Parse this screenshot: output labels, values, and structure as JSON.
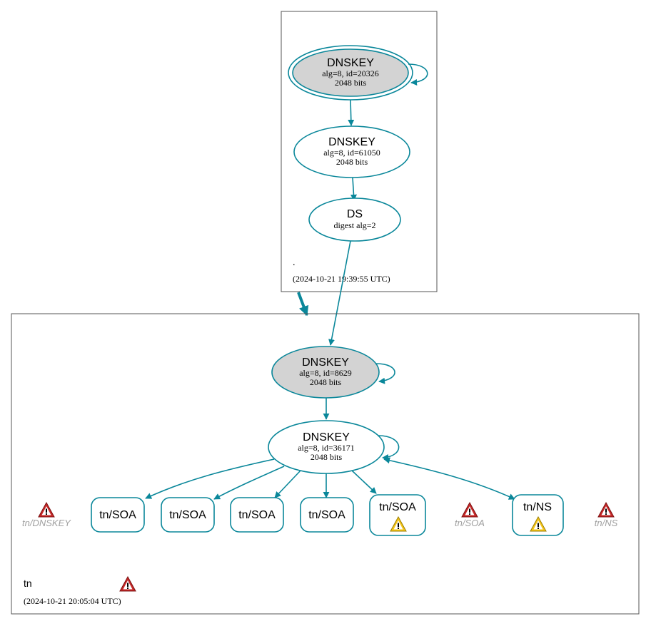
{
  "zones": {
    "root": {
      "name": ".",
      "timestamp": "(2024-10-21 19:39:55 UTC)",
      "nodes": {
        "ksk": {
          "type": "DNSKEY",
          "line1": "alg=8, id=20326",
          "line2": "2048 bits"
        },
        "zsk": {
          "type": "DNSKEY",
          "line1": "alg=8, id=61050",
          "line2": "2048 bits"
        },
        "ds": {
          "type": "DS",
          "line1": "digest alg=2"
        }
      }
    },
    "tn": {
      "name": "tn",
      "timestamp": "(2024-10-21 20:05:04 UTC)",
      "nodes": {
        "ksk": {
          "type": "DNSKEY",
          "line1": "alg=8, id=8629",
          "line2": "2048 bits"
        },
        "zsk": {
          "type": "DNSKEY",
          "line1": "alg=8, id=36171",
          "line2": "2048 bits"
        },
        "soa1": {
          "label": "tn/SOA"
        },
        "soa2": {
          "label": "tn/SOA"
        },
        "soa3": {
          "label": "tn/SOA"
        },
        "soa4": {
          "label": "tn/SOA"
        },
        "soa5": {
          "label": "tn/SOA"
        },
        "ns": {
          "label": "tn/NS"
        }
      },
      "errors": {
        "dnskey": {
          "label": "tn/DNSKEY"
        },
        "soa": {
          "label": "tn/SOA"
        },
        "ns": {
          "label": "tn/NS"
        }
      }
    }
  },
  "colors": {
    "edge": "#0a879a",
    "key_fill": "#d3d3d3",
    "error_fill": "#c62828",
    "warning_fill": "#f5c518",
    "faint_text": "#a0a0a0"
  },
  "icons": {
    "error": "error-icon",
    "warning": "warning-icon"
  }
}
